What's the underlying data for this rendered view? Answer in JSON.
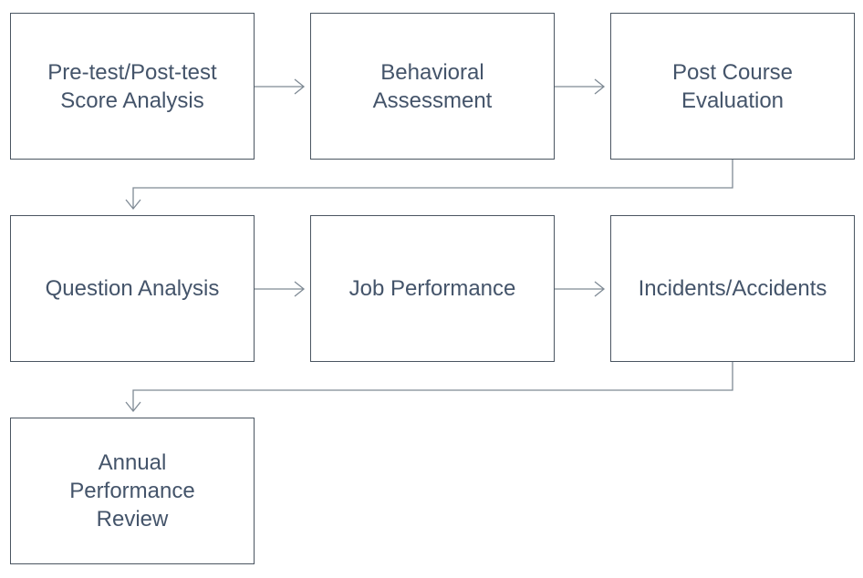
{
  "diagram": {
    "steps": [
      {
        "id": "step-1",
        "label": "Pre-test/Post-test Score Analysis"
      },
      {
        "id": "step-2",
        "label": "Behavioral Assessment"
      },
      {
        "id": "step-3",
        "label": "Post Course Evaluation"
      },
      {
        "id": "step-4",
        "label": "Question Analysis"
      },
      {
        "id": "step-5",
        "label": "Job Performance"
      },
      {
        "id": "step-6",
        "label": "Incidents/Accidents"
      },
      {
        "id": "step-7",
        "label": "Annual Performance Review"
      }
    ],
    "colors": {
      "box_border": "#4a5561",
      "text": "#44546a",
      "connector": "#7f8a95"
    }
  }
}
